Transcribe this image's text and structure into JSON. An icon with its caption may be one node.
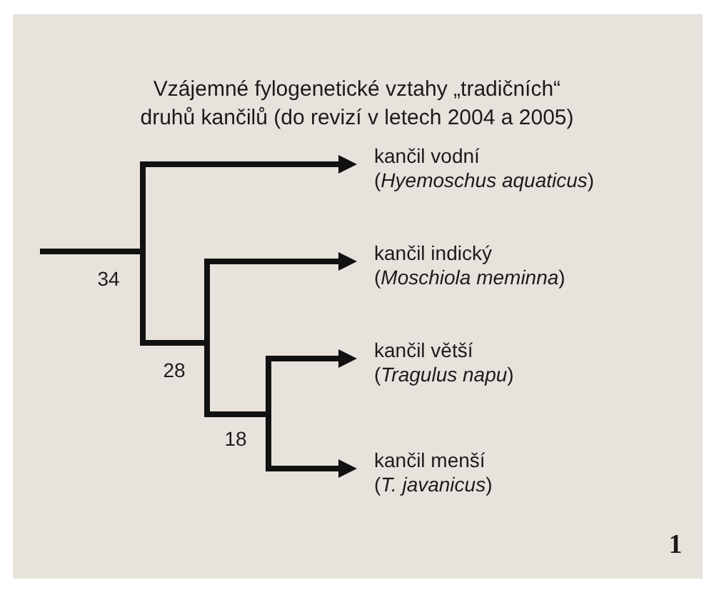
{
  "diagram": {
    "title": "Vzájemné fylogenetické vztahy „tradičních“ druhů kančilů (do revizí v letech 2004 a 2005)",
    "nodes": [
      {
        "text": [
          "kančil vodní",
          "(*Hyemoschus aquaticus*)"
        ]
      },
      {
        "text": [
          "kančil indický",
          "(*Moschiola meminna*)"
        ]
      },
      {
        "text": [
          "kančil větší",
          "(*Tragulus napu*)"
        ]
      },
      {
        "text": [
          "kančil menší",
          "(*T. javanicus*)"
        ]
      },
      {
        "text": [],
        "shape": "bar",
        "beside": [
          "34"
        ]
      },
      {
        "text": [],
        "shape": "bar",
        "beside": [
          "28"
        ]
      },
      {
        "text": [],
        "shape": "bar",
        "beside": [
          "18"
        ]
      }
    ],
    "edges": [
      {
        "from": null,
        "to": 4,
        "arrow": "none"
      },
      {
        "from": 4,
        "to": 0,
        "arrow": "to"
      },
      {
        "from": 4,
        "to": 5,
        "arrow": "none"
      },
      {
        "from": 5,
        "to": 1,
        "arrow": "to"
      },
      {
        "from": 5,
        "to": 6,
        "arrow": "none"
      },
      {
        "from": 6,
        "to": 2,
        "arrow": "to"
      },
      {
        "from": 6,
        "to": 3,
        "arrow": "to"
      }
    ],
    "labels": [
      "1"
    ]
  }
}
